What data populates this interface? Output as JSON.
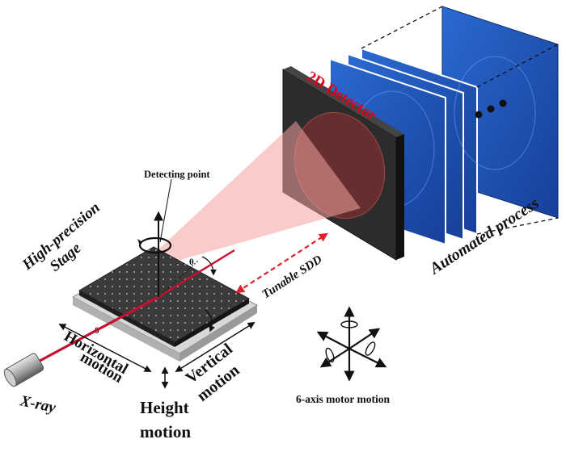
{
  "labels": {
    "detector": "2D Detector",
    "detecting_point": "Detecting point",
    "stage_line1": "High-precision",
    "stage_line2": "Stage",
    "sdd": "Tunable SDD",
    "automated": "Automated process",
    "horizontal_line1": "Horizontal",
    "horizontal_line2": "motion",
    "vertical_line1": "Vertical",
    "vertical_line2": "motion",
    "height_line1": "Height",
    "height_line2": "motion",
    "xray": "X-ray",
    "six_axis": "6-axis motor motion",
    "theta": "θ"
  },
  "colors": {
    "beam": "#c8102e",
    "cone": "#f4a0a0",
    "detector_body": "#2a2a2a",
    "detector_label": "#e0001a",
    "frame_blue": "#1f57b8",
    "stage_top": "#3b3b3b"
  }
}
